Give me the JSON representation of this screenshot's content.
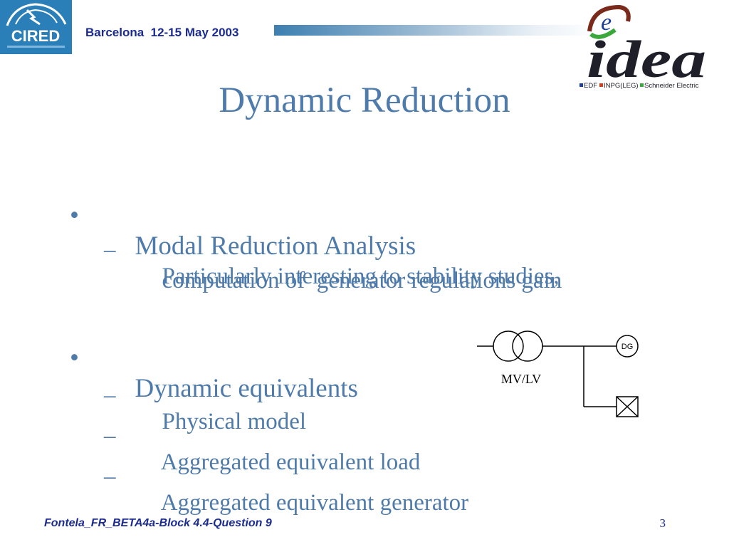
{
  "header": {
    "event_text": "Barcelona  12-15 May 2003"
  },
  "logos": {
    "cired": {
      "name": "CIRED",
      "icon": "cired-logo-icon"
    },
    "eidea": {
      "letter": "e",
      "word": "idea",
      "partners": [
        "EDF",
        "INPG(LEG)",
        "Schneider Electric"
      ],
      "icon": "eidea-logo-icon"
    }
  },
  "slide": {
    "title": "Dynamic Reduction",
    "bullets": [
      {
        "mark": "•",
        "text": "Modal Reduction Analysis",
        "sub": [
          {
            "mark": "–",
            "lines": [
              "Particularly interesting to stability studies,",
              "computation of  generator regulations gain"
            ]
          }
        ]
      },
      {
        "mark": "•",
        "text": "Dynamic equivalents",
        "sub": [
          {
            "mark": "–",
            "lines": [
              "Physical model"
            ]
          },
          {
            "mark": "–",
            "lines": [
              "Aggregated equivalent load"
            ]
          },
          {
            "mark": "–",
            "lines": [
              "Aggregated equivalent generator"
            ]
          }
        ]
      }
    ]
  },
  "diagram": {
    "transformer_label": "MV/LV",
    "generator_label": "DG",
    "icons": [
      "transformer-icon",
      "generator-icon",
      "load-icon"
    ]
  },
  "footer": {
    "left": "Fontela_FR_BETA4a-Block 4.4-Question 9",
    "page_number": "3"
  },
  "colors": {
    "title_blue": "#4f7bab",
    "header_navy": "#1b2b8f",
    "cired_blue": "#2a7fb8"
  }
}
